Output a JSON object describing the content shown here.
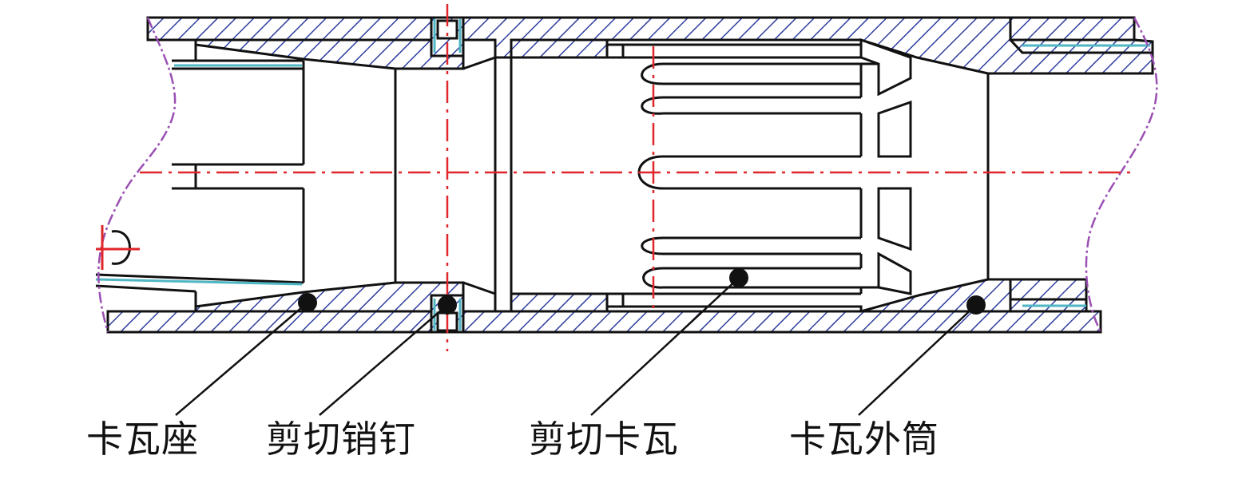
{
  "labels": {
    "slip_seat": "卡瓦座",
    "shear_pin": "剪切销钉",
    "shear_slip": "剪切卡瓦",
    "slip_outer_barrel": "卡瓦外筒"
  },
  "colors": {
    "outline": "#111111",
    "hatch": "#2e3f9e",
    "centerline": "#e0262a",
    "break_line": "#9a4fb3",
    "seal": "#4fb6c4",
    "background": "#ffffff"
  }
}
